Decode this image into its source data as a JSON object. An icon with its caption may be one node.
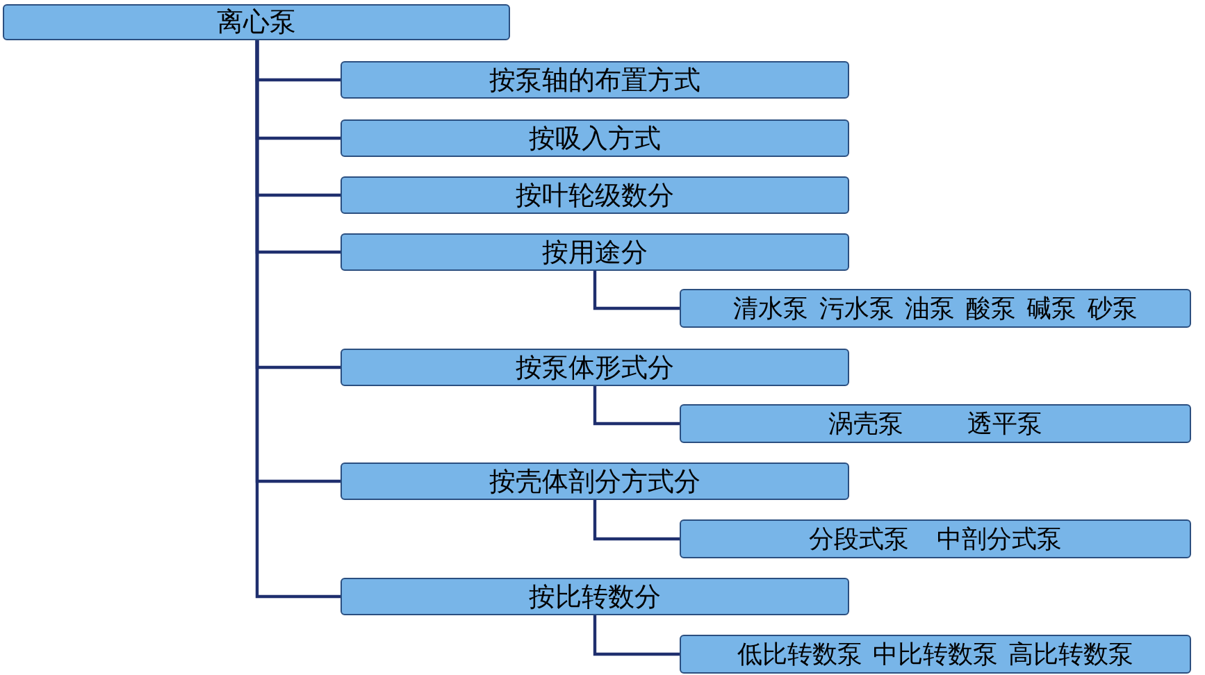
{
  "diagram": {
    "nodes": [
      {
        "text": [
          "离心泵"
        ]
      },
      {
        "text": [
          "按泵轴的布置方式"
        ]
      },
      {
        "text": [
          "按吸入方式"
        ]
      },
      {
        "text": [
          "按叶轮级数分"
        ]
      },
      {
        "text": [
          "按用途分"
        ]
      },
      {
        "text": [
          "清水泵 污水泵 油泵 酸泵 碱泵 砂泵"
        ]
      },
      {
        "text": [
          "按泵体形式分"
        ]
      },
      {
        "text": [
          "涡壳泵 透平泵"
        ]
      },
      {
        "text": [
          "按壳体剖分方式分"
        ]
      },
      {
        "text": [
          "分段式泵 中剖分式泵"
        ]
      },
      {
        "text": [
          "按比转数分"
        ]
      },
      {
        "text": [
          "低比转数泵 中比转数泵 高比转数泵"
        ]
      }
    ],
    "edges": [
      {
        "from": 0,
        "to": 1,
        "arrow": "none"
      },
      {
        "from": 0,
        "to": 2,
        "arrow": "none"
      },
      {
        "from": 0,
        "to": 3,
        "arrow": "none"
      },
      {
        "from": 0,
        "to": 4,
        "arrow": "none"
      },
      {
        "from": 0,
        "to": 6,
        "arrow": "none"
      },
      {
        "from": 0,
        "to": 8,
        "arrow": "none"
      },
      {
        "from": 0,
        "to": 10,
        "arrow": "none"
      },
      {
        "from": 4,
        "to": 5,
        "arrow": "none"
      },
      {
        "from": 6,
        "to": 7,
        "arrow": "none"
      },
      {
        "from": 8,
        "to": 9,
        "arrow": "none"
      },
      {
        "from": 10,
        "to": 11,
        "arrow": "none"
      }
    ]
  }
}
